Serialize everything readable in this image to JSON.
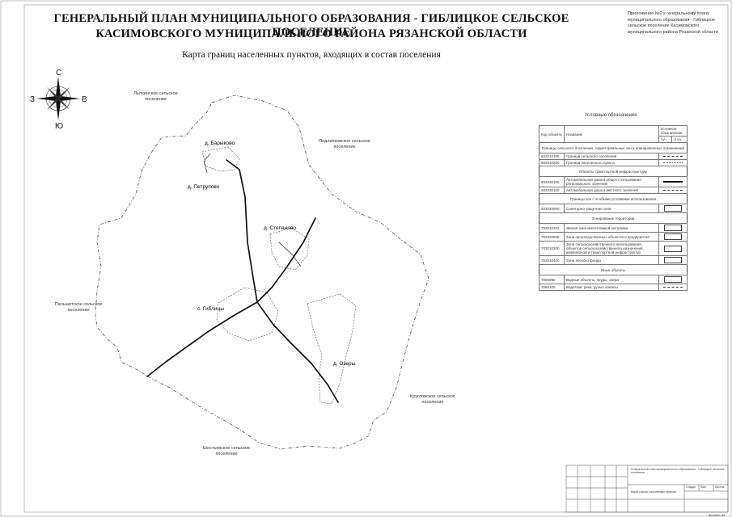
{
  "header": {
    "title_line1": "ГЕНЕРАЛЬНЫЙ ПЛАН МУНИЦИПАЛЬНОГО ОБРАЗОВАНИЯ - ГИБЛИЦКОЕ СЕЛЬСКОЕ ПОСЕЛЕНИЕ",
    "title_line2": "КАСИМОВСКОГО МУНИЦИПАЛЬНОГО РАЙОНА РЯЗАНСКОЙ ОБЛАСТИ",
    "subtitle": "Карта границ населенных пунктов, входящих в состав поселения",
    "appendix": "Приложение №2 к генеральному плану муниципального образования - Гиблицкое сельское поселение Касимовского муниципального района Рязанской области"
  },
  "compass": {
    "north": "С",
    "south": "Ю",
    "west": "З",
    "east": "В"
  },
  "settlements": [
    {
      "id": "barykovo",
      "label": "д. Барыково"
    },
    {
      "id": "petrupovo",
      "label": "д. Петрупово"
    },
    {
      "id": "stepanovo",
      "label": "д. Степаново"
    },
    {
      "id": "giblitsy",
      "label": "с. Гиблицы"
    },
    {
      "id": "ozery",
      "label": "д. Озеры"
    }
  ],
  "neighbors": [
    {
      "id": "nw",
      "text": "Лыткинское сельское поселение"
    },
    {
      "id": "ne",
      "text": "Подлипковское сельское поселение"
    },
    {
      "id": "w",
      "text": "Пальшетское сельское поселение"
    },
    {
      "id": "se",
      "text": "Кругловское сельское поселение"
    },
    {
      "id": "s",
      "text": "Шостьевское сельское поселение"
    }
  ],
  "legend": {
    "title": "Условные обозначения",
    "head": {
      "code": "Код объекта",
      "name": "Название",
      "symbol": "Условное обозначение",
      "sym_a": "I уч",
      "sym_b": "II уч"
    },
    "sections": [
      {
        "title": "Границы сельского поселения, территориальных зон и планировочных ограничений",
        "rows": [
          {
            "code": "602010105",
            "name": "Граница сельского поселения",
            "sym": "dash"
          },
          {
            "code": "602010200",
            "name": "Граница населенного пункта",
            "sym": "dashdot"
          }
        ]
      },
      {
        "title": "Объекты транспортной инфраструктуры",
        "rows": [
          {
            "code": "602030105",
            "name": "Автомобильная дорога общего пользования регионального значения",
            "sym": "solid"
          },
          {
            "code": "602030100",
            "name": "Автомобильная дорога местного значения",
            "sym": "thin"
          }
        ]
      },
      {
        "title": "Границы зон с особыми условиями использования",
        "rows": [
          {
            "code": "602040000",
            "name": "Санитарно-защитная зона",
            "sym": "rect"
          }
        ]
      },
      {
        "title": "Зонирование территории",
        "rows": [
          {
            "code": "702010101",
            "name": "Жилая зона малоэтажной застройки",
            "sym": "rect"
          },
          {
            "code": "702020500",
            "name": "Зона производственных объектов и предприятий",
            "sym": "rect"
          },
          {
            "code": "702010300",
            "name": "Зона сельскохозяйственного использования, объектов сельскохозяйственного назначения, инженерной и транспортной инфраструктур",
            "sym": "rect"
          },
          {
            "code": "702010400",
            "name": "Зона лесного фонда",
            "sym": "rect"
          }
        ]
      },
      {
        "title": "Иные объекты",
        "rows": [
          {
            "code": "7060090",
            "name": "Водные объекты, пруды, озера",
            "sym": "rect"
          },
          {
            "code": "7060100",
            "name": "Водотоки: реки, ручьи, каналы",
            "sym": "thin"
          }
        ]
      }
    ]
  },
  "stamp": {
    "main": "Генеральный план муниципального образования - Гиблицкое сельское поселение",
    "sheet": "Карта границ населенных пунктов",
    "lit": "Стадия",
    "sheet_no": "Лист",
    "sheets": "Листов",
    "bottom": "Формат А3"
  }
}
